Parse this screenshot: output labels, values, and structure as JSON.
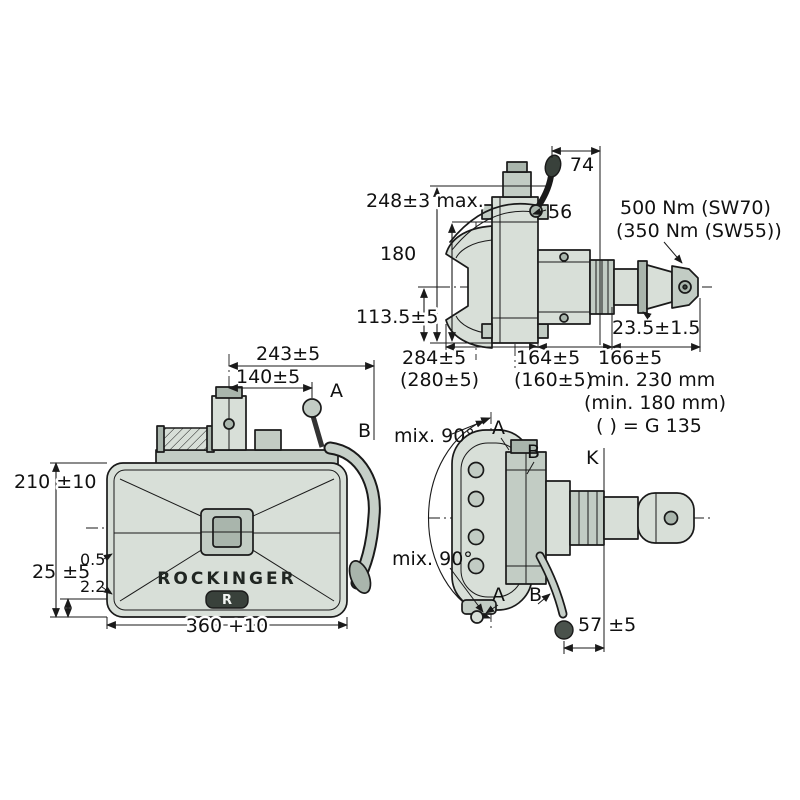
{
  "page": {
    "background": "#ffffff"
  },
  "diagram": {
    "type": "technical-drawing",
    "subject": "Rockinger trailer coupling dimensional drawing, three views",
    "colors": {
      "line": "#1a1a1a",
      "metal_light": "#d8dfd8",
      "metal_mid": "#c2ccc4",
      "metal_dark": "#a9b5ac",
      "accent_dark": "#39413b",
      "background": "#ffffff"
    },
    "side_view": {
      "dim_74": "74",
      "dim_248": "248±3 max.",
      "dim_56": "56",
      "torque_main": "500 Nm (SW70)",
      "torque_alt": "(350 Nm (SW55))",
      "dim_180": "180",
      "dim_113_5": "113.5±5",
      "dim_23_5": "23.5±1.5",
      "dim_284": "284±5",
      "dim_284_alt": "(280±5)",
      "dim_164": "164±5",
      "dim_164_alt": "(160±5)",
      "dim_166": "166±5",
      "dim_min_230": "min. 230 mm",
      "dim_min_180": "(min. 180 mm)",
      "note_g135": "( ) = G 135"
    },
    "front_view": {
      "dim_243": "243±5",
      "dim_140": "140±5",
      "ref_a": "A",
      "ref_b": "B",
      "dim_210": "210 ±10",
      "dim_0_5": "0.5",
      "dim_25": "25 ±5",
      "dim_2_2": "2.2",
      "dim_360": "360 +10",
      "brand": "ROCKINGER",
      "brand_badge": "R"
    },
    "rear_view": {
      "angle_top": "mix. 90°",
      "angle_bottom": "mix. 90°",
      "ref_a_top": "A",
      "ref_b_top": "B",
      "ref_k": "K",
      "ref_a_bottom": "A",
      "ref_b_bottom": "B",
      "dim_57": "57 ±5"
    }
  }
}
